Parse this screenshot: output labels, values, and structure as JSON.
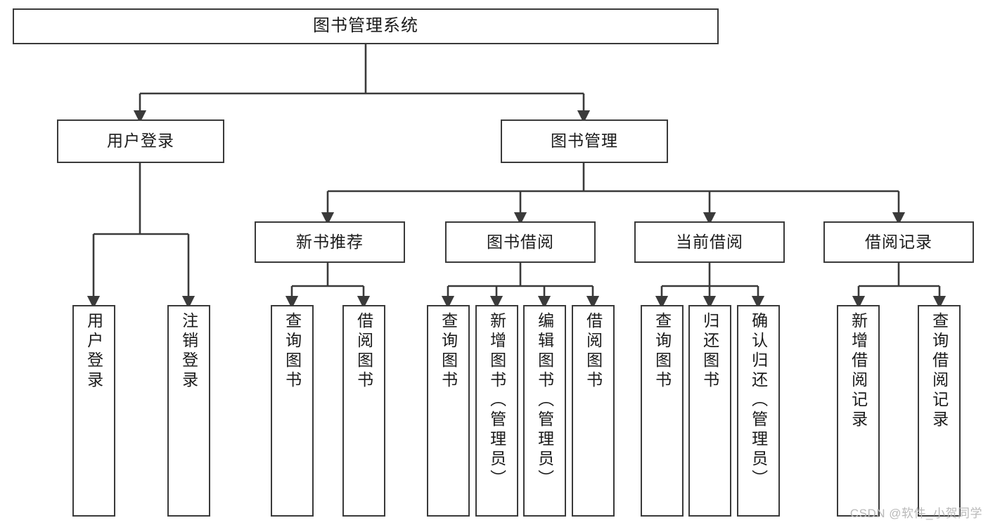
{
  "diagram": {
    "type": "tree",
    "title": "图书管理系统",
    "style": {
      "background": "#ffffff",
      "box_border": "#3a3a3a",
      "box_fill": "#ffffff",
      "text_color": "#1b1b1b",
      "connector": "#3a3a3a",
      "watermark_color": "#b9b9b9"
    },
    "root": {
      "label": "图书管理系统"
    },
    "level2": [
      {
        "label": "用户登录"
      },
      {
        "label": "图书管理"
      }
    ],
    "level3": [
      {
        "label": "新书推荐"
      },
      {
        "label": "图书借阅"
      },
      {
        "label": "当前借阅"
      },
      {
        "label": "借阅记录"
      }
    ],
    "leaves": {
      "user_login": [
        {
          "label": "用户登录"
        },
        {
          "label": "注销登录"
        }
      ],
      "new_book_recommend": [
        {
          "label": "查询图书"
        },
        {
          "label": "借阅图书"
        }
      ],
      "book_borrow": [
        {
          "label": "查询图书"
        },
        {
          "label": "新增图书（管理员）"
        },
        {
          "label": "编辑图书（管理员）"
        },
        {
          "label": "借阅图书"
        }
      ],
      "current_borrow": [
        {
          "label": "查询图书"
        },
        {
          "label": "归还图书"
        },
        {
          "label": "确认归还（管理员）"
        }
      ],
      "borrow_record": [
        {
          "label": "新增借阅记录"
        },
        {
          "label": "查询借阅记录"
        }
      ]
    }
  },
  "watermark": {
    "text": "CSDN @软件_小贺同学"
  }
}
